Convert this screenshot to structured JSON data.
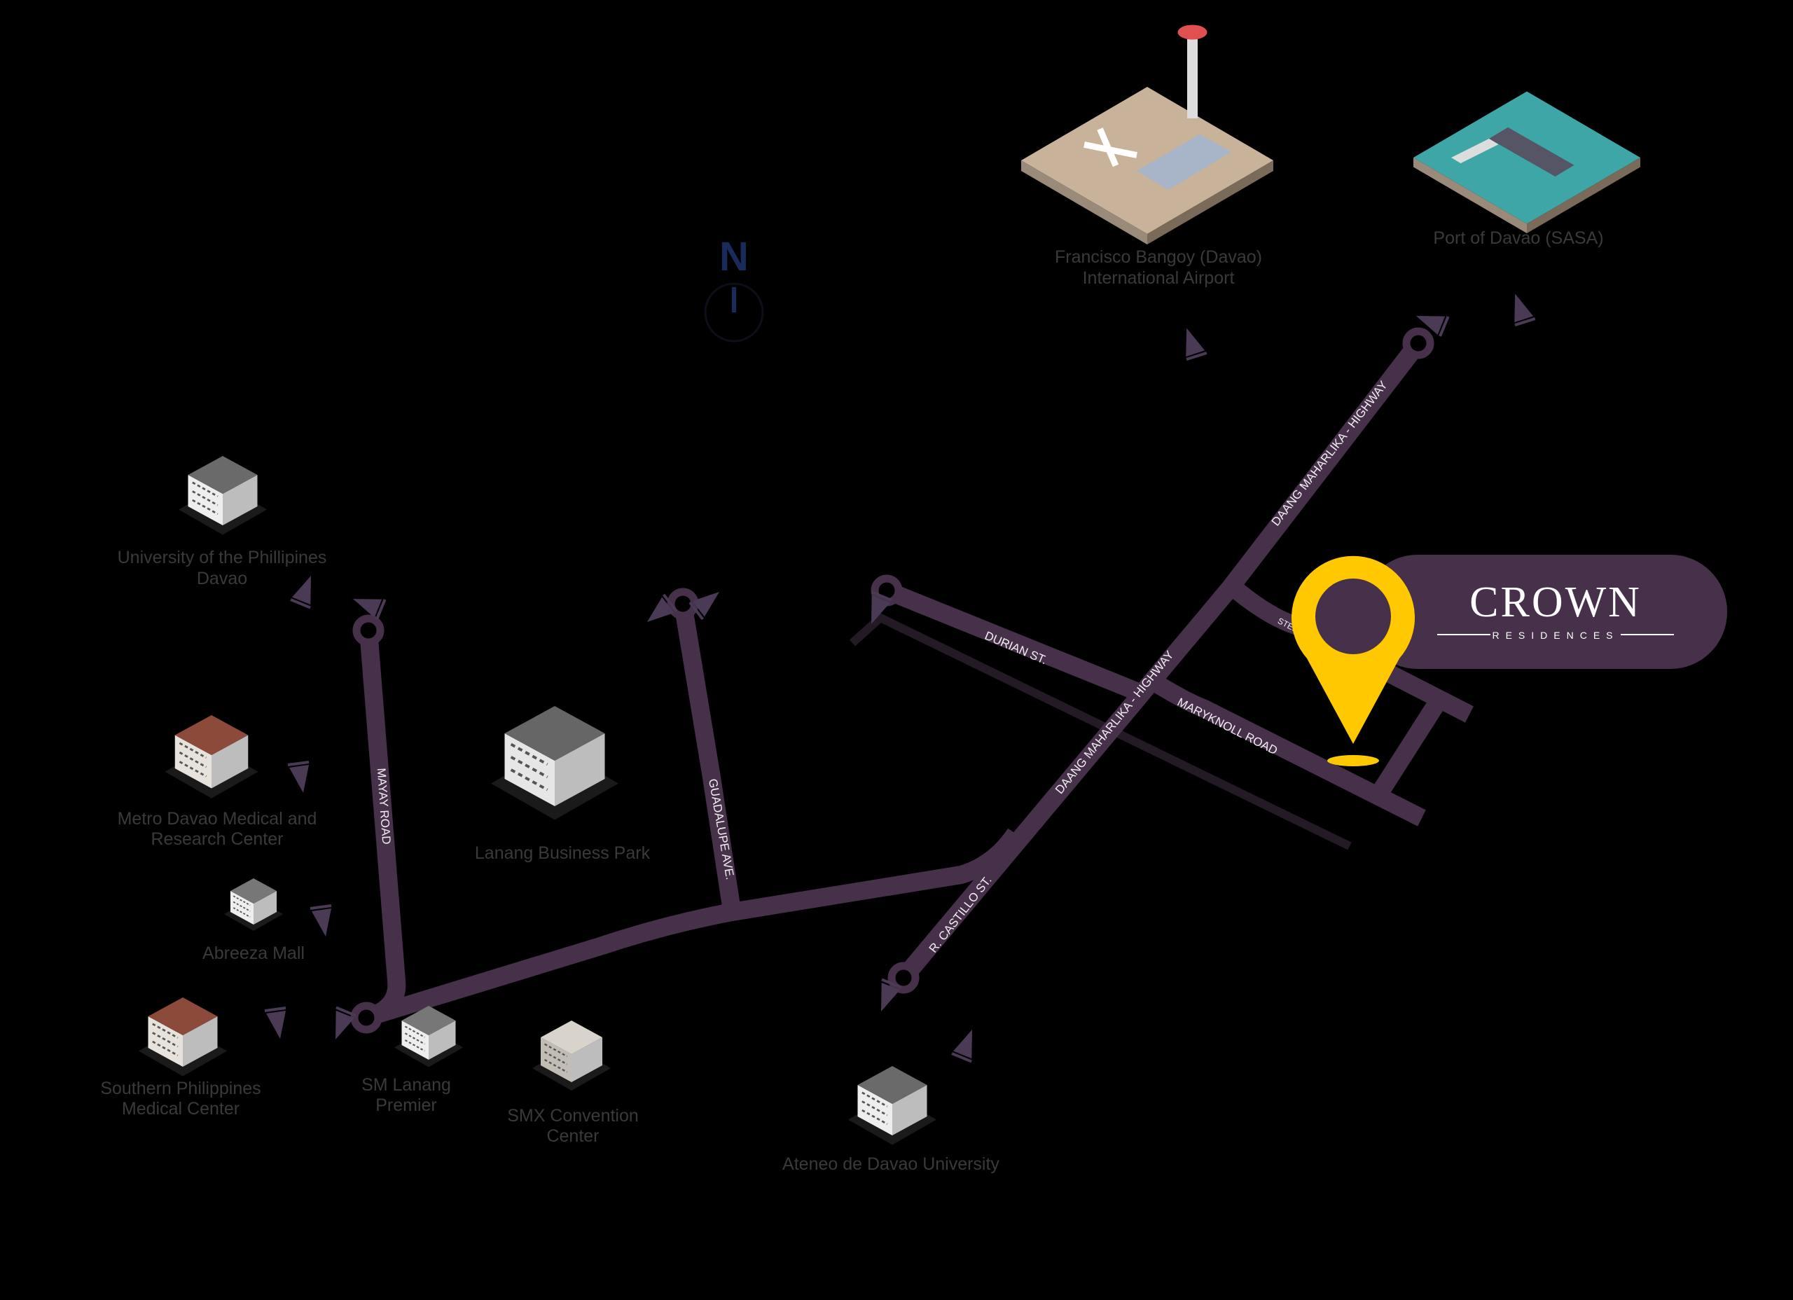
{
  "colors": {
    "background": "#000000",
    "road": "#46304a",
    "pin": "#ffc800",
    "badge": "#46304a",
    "label": "#3a3a3a",
    "north": "#1a2a5a"
  },
  "north": {
    "letter": "N"
  },
  "brand": {
    "name": "CROWN",
    "tagline": "RESIDENCES"
  },
  "streets": {
    "mayay": "MAYAY ROAD",
    "guadalupe": "GUADALUPE AVE.",
    "durian": "DURIAN ST.",
    "maryknoll": "MARYKNOLL ROAD",
    "highway_lower": "DAANG MAHARLIKA - HIGHWAY",
    "highway_upper": "DAANG MAHARLIKA - HIGHWAY",
    "castillo": "R. CASTILLO ST.",
    "stelo": "STEL"
  },
  "landmarks": [
    {
      "line1": "Francisco Bangoy (Davao)",
      "line2": "International Airport",
      "icon": "airport-icon"
    },
    {
      "line1": "Port of Davao (SASA)",
      "line2": "",
      "icon": "port-icon"
    },
    {
      "line1": "University of the Phillipines",
      "line2": "Davao",
      "icon": "university-building-icon"
    },
    {
      "line1": "Metro Davao Medical and",
      "line2": "Research Center",
      "icon": "hospital-building-icon"
    },
    {
      "line1": "Abreeza Mall",
      "line2": "",
      "icon": "mall-building-icon"
    },
    {
      "line1": "Southern Philippines",
      "line2": "Medical Center",
      "icon": "hospital-building-icon"
    },
    {
      "line1": "SM Lanang",
      "line2": "Premier",
      "icon": "mall-building-icon"
    },
    {
      "line1": "SMX Convention",
      "line2": "Center",
      "icon": "convention-building-icon"
    },
    {
      "line1": "Lanang Business Park",
      "line2": "",
      "icon": "office-building-icon"
    },
    {
      "line1": "Ateneo de Davao University",
      "line2": "",
      "icon": "university-building-icon"
    }
  ]
}
